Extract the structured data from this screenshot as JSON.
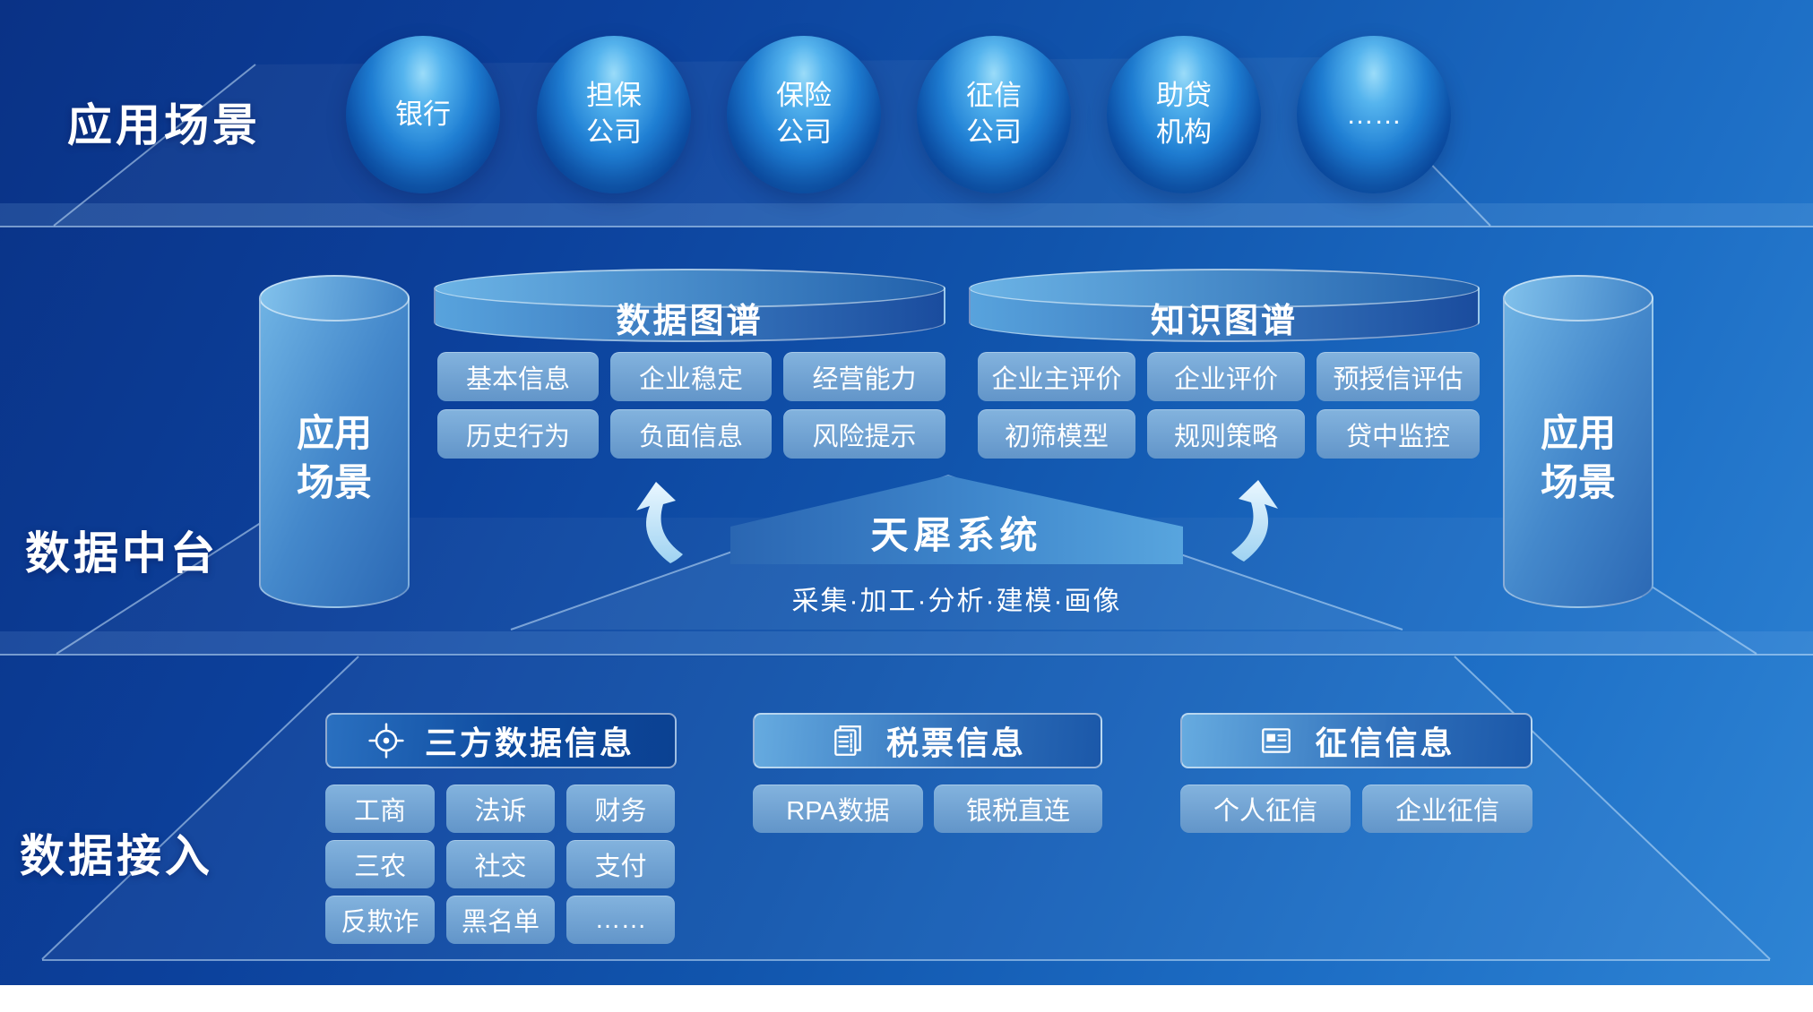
{
  "top": {
    "label": "应用场景",
    "circles": [
      "银行",
      "担保公司",
      "保险公司",
      "征信公司",
      "助贷机构",
      "……"
    ]
  },
  "middle": {
    "label": "数据中台",
    "left_cylinder": {
      "label": "应用场景"
    },
    "right_cylinder": {
      "label": "应用场景"
    },
    "data_graph": {
      "title": "数据图谱",
      "chips": [
        "基本信息",
        "企业稳定",
        "经营能力",
        "历史行为",
        "负面信息",
        "风险提示"
      ]
    },
    "knowledge_graph": {
      "title": "知识图谱",
      "chips": [
        "企业主评价",
        "企业评价",
        "预授信评估",
        "初筛模型",
        "规则策略",
        "贷中监控"
      ]
    },
    "system": {
      "title": "天犀系统",
      "subtitle": "采集·加工·分析·建模·画像"
    }
  },
  "bottom": {
    "label": "数据接入",
    "groups": [
      {
        "title": "三方数据信息",
        "icon": "target-icon",
        "chips": [
          "工商",
          "法诉",
          "财务",
          "三农",
          "社交",
          "支付",
          "反欺诈",
          "黑名单",
          "……"
        ]
      },
      {
        "title": "税票信息",
        "icon": "invoice-icon",
        "chips": [
          "RPA数据",
          "银税直连"
        ]
      },
      {
        "title": "征信信息",
        "icon": "credit-report-icon",
        "chips": [
          "个人征信",
          "企业征信"
        ]
      }
    ]
  },
  "colors": {
    "background_start": "#0a3286",
    "background_end": "#2e84d4",
    "chip_fill": "#74a6d4",
    "header_dark": "#0d4a9e",
    "header_light": "#66abe0",
    "sphere_highlight": "#9bdcf9",
    "outline_line": "rgba(200,228,252,0.55)"
  }
}
